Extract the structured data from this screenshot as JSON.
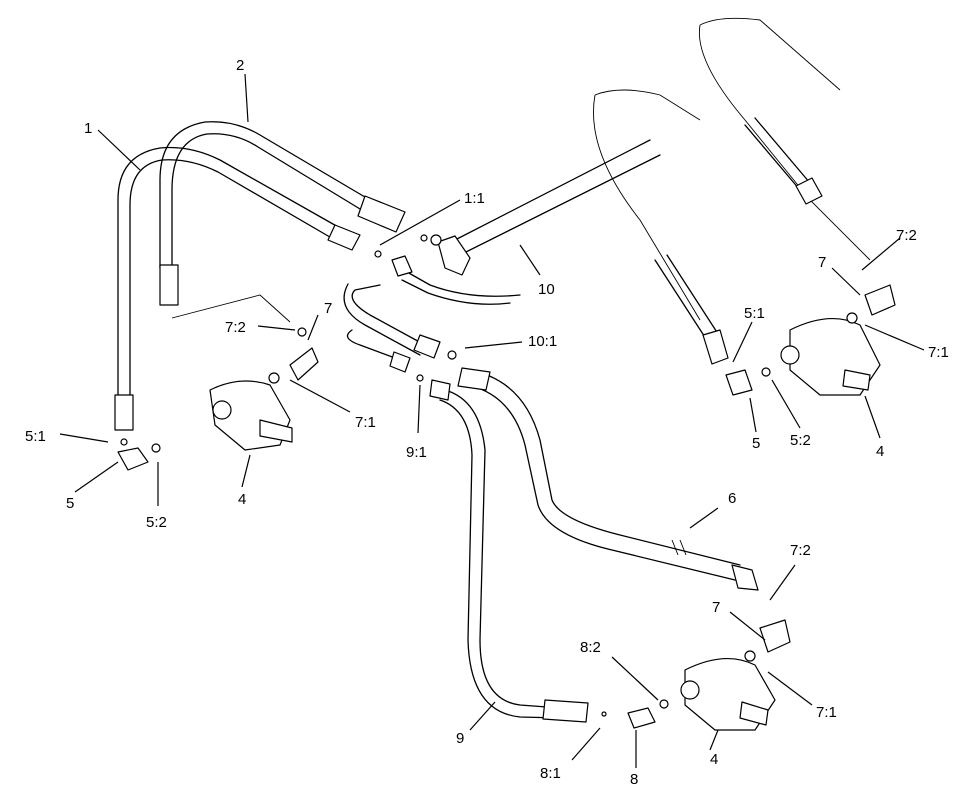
{
  "diagram": {
    "callouts": [
      {
        "id": "c1",
        "text": "1"
      },
      {
        "id": "c2",
        "text": "2"
      },
      {
        "id": "c11",
        "text": "1:1"
      },
      {
        "id": "c10",
        "text": "10"
      },
      {
        "id": "c72a",
        "text": "7:2"
      },
      {
        "id": "c7a",
        "text": "7"
      },
      {
        "id": "c71a",
        "text": "7:1"
      },
      {
        "id": "c51a",
        "text": "5:1"
      },
      {
        "id": "c5a",
        "text": "5"
      },
      {
        "id": "c52a",
        "text": "5:2"
      },
      {
        "id": "c4a",
        "text": "4"
      },
      {
        "id": "c101",
        "text": "10:1"
      },
      {
        "id": "c91",
        "text": "9:1"
      },
      {
        "id": "c51b",
        "text": "5:1"
      },
      {
        "id": "c5b",
        "text": "5"
      },
      {
        "id": "c52b",
        "text": "5:2"
      },
      {
        "id": "c4b",
        "text": "4"
      },
      {
        "id": "c72b",
        "text": "7:2"
      },
      {
        "id": "c7b",
        "text": "7"
      },
      {
        "id": "c71b",
        "text": "7:1"
      },
      {
        "id": "c6",
        "text": "6"
      },
      {
        "id": "c72c",
        "text": "7:2"
      },
      {
        "id": "c7c",
        "text": "7"
      },
      {
        "id": "c71c",
        "text": "7:1"
      },
      {
        "id": "c82",
        "text": "8:2"
      },
      {
        "id": "c9",
        "text": "9"
      },
      {
        "id": "c81",
        "text": "8:1"
      },
      {
        "id": "c8",
        "text": "8"
      },
      {
        "id": "c4c",
        "text": "4"
      }
    ]
  }
}
